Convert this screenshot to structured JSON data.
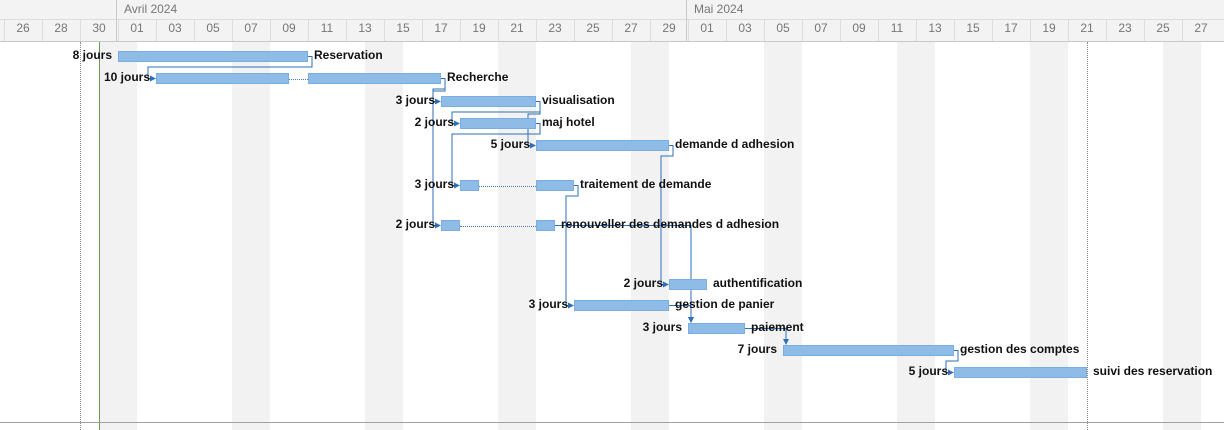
{
  "timescale": {
    "months": [
      {
        "label": "Avril 2024",
        "day": 1
      },
      {
        "label": "Mai 2024",
        "day": 31
      }
    ],
    "days": [
      "26",
      "28",
      "30",
      "01",
      "03",
      "05",
      "07",
      "09",
      "11",
      "13",
      "15",
      "17",
      "19",
      "21",
      "23",
      "25",
      "27",
      "29",
      "01",
      "03",
      "05",
      "07",
      "09",
      "11",
      "13",
      "15",
      "17",
      "19",
      "21",
      "23",
      "25",
      "27"
    ]
  },
  "tasks": [
    {
      "name": "Reservation",
      "duration": "8 jours",
      "segments": [
        [
          0,
          10
        ]
      ]
    },
    {
      "name": "Recherche",
      "duration": "10 jours",
      "segments": [
        [
          2,
          9
        ],
        [
          10,
          17
        ]
      ]
    },
    {
      "name": "visualisation",
      "duration": "3 jours",
      "segments": [
        [
          17,
          22
        ]
      ]
    },
    {
      "name": "maj hotel",
      "duration": "2 jours",
      "segments": [
        [
          18,
          22
        ]
      ]
    },
    {
      "name": "demande d adhesion",
      "duration": "5 jours",
      "segments": [
        [
          22,
          29
        ]
      ]
    },
    {
      "name": "traitement de demande",
      "duration": "3 jours",
      "segments": [
        [
          18,
          19
        ],
        [
          22,
          24
        ]
      ]
    },
    {
      "name": "renouveller des demandes d adhesion",
      "duration": "2 jours",
      "segments": [
        [
          17,
          18
        ],
        [
          22,
          23
        ]
      ]
    },
    {
      "name": "authentification",
      "duration": "2 jours",
      "segments": [
        [
          29,
          31
        ]
      ]
    },
    {
      "name": "gestion de panier",
      "duration": "3 jours",
      "segments": [
        [
          24,
          29
        ]
      ]
    },
    {
      "name": "paiement",
      "duration": "3 jours",
      "segments": [
        [
          30,
          33
        ]
      ]
    },
    {
      "name": "gestion des comptes",
      "duration": "7 jours",
      "segments": [
        [
          35,
          44
        ]
      ]
    },
    {
      "name": "suivi des reservation",
      "duration": "5 jours",
      "segments": [
        [
          44,
          51
        ]
      ]
    }
  ],
  "links": [
    [
      0,
      1
    ],
    [
      1,
      2
    ],
    [
      2,
      3
    ],
    [
      2,
      4
    ],
    [
      3,
      5
    ],
    [
      4,
      7
    ],
    [
      5,
      8
    ],
    [
      1,
      6
    ],
    [
      6,
      9
    ],
    [
      8,
      9
    ],
    [
      9,
      10
    ],
    [
      10,
      11
    ]
  ],
  "colors": {
    "bar": "#8fbbe7",
    "link": "#2f6fb5",
    "weekend": "#f2f2f2"
  }
}
